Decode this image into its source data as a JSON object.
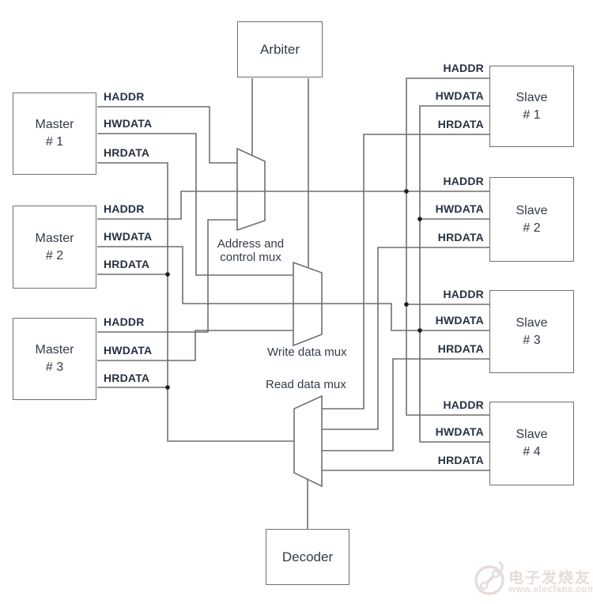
{
  "boxes": {
    "arbiter": "Arbiter",
    "decoder": "Decoder",
    "masters": [
      {
        "line1": "Master",
        "line2": "# 1"
      },
      {
        "line1": "Master",
        "line2": "# 2"
      },
      {
        "line1": "Master",
        "line2": "# 3"
      }
    ],
    "slaves": [
      {
        "line1": "Slave",
        "line2": "# 1"
      },
      {
        "line1": "Slave",
        "line2": "# 2"
      },
      {
        "line1": "Slave",
        "line2": "# 3"
      },
      {
        "line1": "Slave",
        "line2": "# 4"
      }
    ]
  },
  "mux_labels": {
    "address": {
      "line1": "Address and",
      "line2": "control mux"
    },
    "write": "Write data mux",
    "read": "Read data mux"
  },
  "signals": {
    "masters": [
      [
        "HADDR",
        "HWDATA",
        "HRDATA"
      ],
      [
        "HADDR",
        "HWDATA",
        "HRDATA"
      ],
      [
        "HADDR",
        "HWDATA",
        "HRDATA"
      ]
    ],
    "slaves": [
      [
        "HADDR",
        "HWDATA",
        "HRDATA"
      ],
      [
        "HADDR",
        "HWDATA",
        "HRDATA"
      ],
      [
        "HADDR",
        "HWDATA",
        "HRDATA"
      ],
      [
        "HADDR",
        "HWDATA",
        "HRDATA"
      ]
    ]
  },
  "watermark": {
    "brand": "电子发烧友",
    "site": "www.elecfans.com"
  },
  "colors": {
    "line": "#6f6f6f",
    "box_text": "#333b46",
    "signal_text": "#273142",
    "junction_dot": "#1c1c1c",
    "watermark": "#e5ddd9"
  }
}
